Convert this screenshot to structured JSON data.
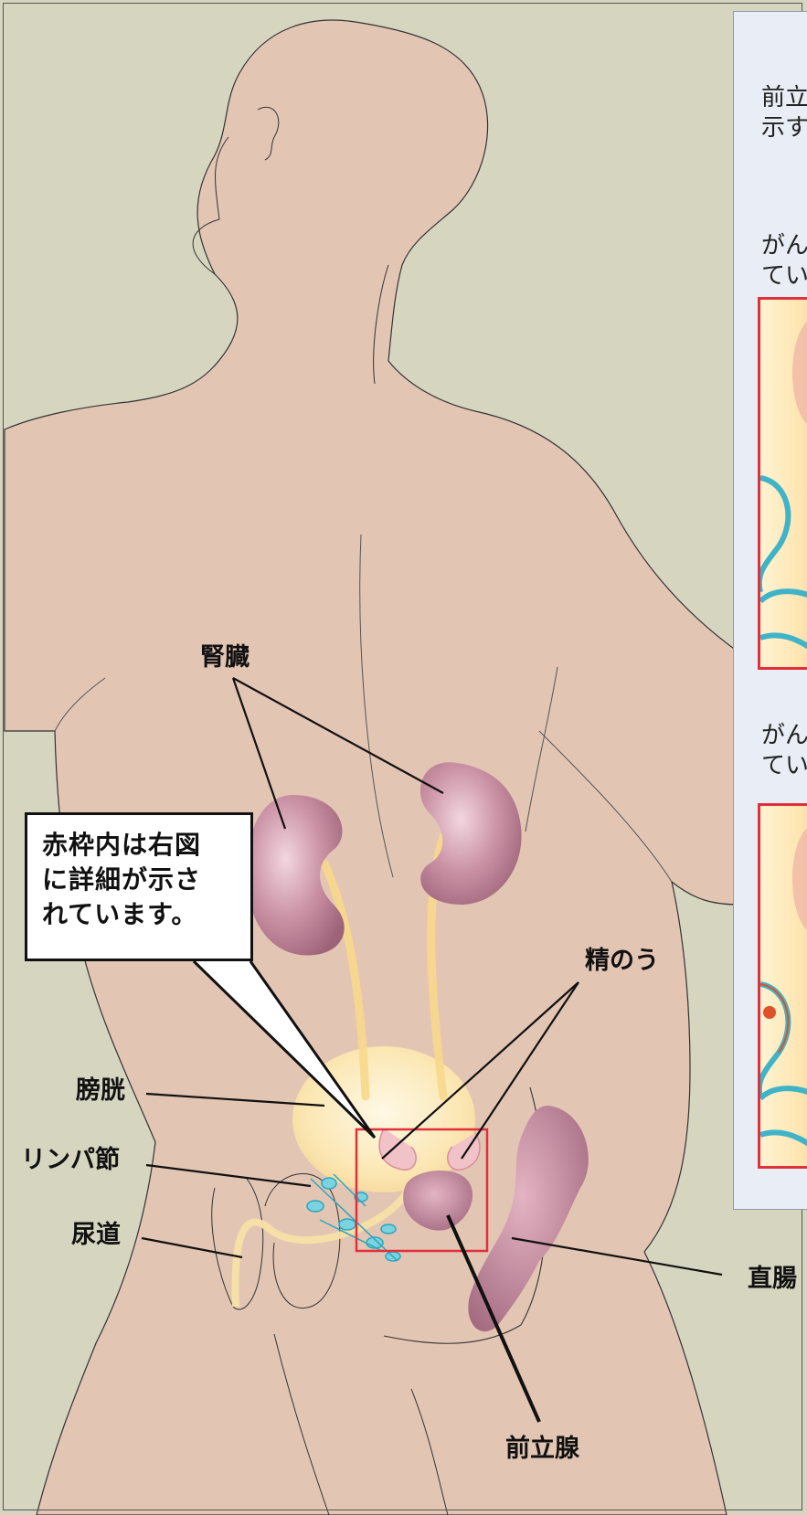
{
  "panel": {
    "intro_text": "前立\n示す",
    "section1_text": "がん\nてい",
    "section2_text": "がん\nてい"
  },
  "callout": {
    "text": "赤枠内は右図\nに詳細が示さ\nれています。"
  },
  "labels": {
    "kidney": "腎臓",
    "seminal_vesicle": "精のう",
    "bladder": "膀胱",
    "lymph_node": "リンパ節",
    "urethra": "尿道",
    "rectum": "直腸",
    "prostate": "前立腺"
  },
  "colors": {
    "background": "#d6d5c0",
    "skin": "#e3c5b4",
    "organ": "#b77e93",
    "bladder": "#fbe7ad",
    "lymph": "#4fc3d4",
    "highlight_frame": "#e0303a",
    "panel": "#e9eef6"
  }
}
